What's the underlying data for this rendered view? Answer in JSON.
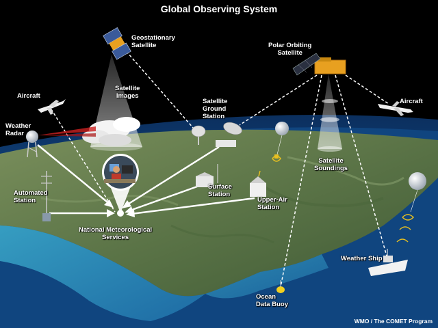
{
  "title": "Global Observing System",
  "credit": "WMO / The COMET Program",
  "labels": {
    "geostationary": [
      "Geostationary",
      "Satellite"
    ],
    "polar": [
      "Polar Orbiting",
      "Satellite"
    ],
    "satellite_images": [
      "Satellite",
      "Images"
    ],
    "aircraft_left": [
      "Aircraft"
    ],
    "aircraft_right": [
      "Aircraft"
    ],
    "weather_radar": [
      "Weather",
      "Radar"
    ],
    "ground_station": [
      "Satellite",
      "Ground",
      "Station"
    ],
    "satellite_soundings": [
      "Satellite",
      "Soundings"
    ],
    "automated_station": [
      "Automated",
      "Station"
    ],
    "surface_station": [
      "Surface",
      "Station"
    ],
    "upper_air_station": [
      "Upper-Air",
      "Station"
    ],
    "nms": [
      "National Meteorological",
      "Services"
    ],
    "weather_ship": [
      "Weather Ship"
    ],
    "ocean_buoy": [
      "Ocean",
      "Data Buoy"
    ]
  },
  "colors": {
    "background": "#000000",
    "ocean_deep": "#0d3a72",
    "ocean_shallow": "#3a9fc4",
    "land": "#5e7a4a",
    "land_light": "#8aa070",
    "data_link": "#ffffff",
    "satellite_body": "#e8a020",
    "radar_beam": "#cc2222"
  },
  "icons": [
    "geostationary-satellite-icon",
    "polar-satellite-icon",
    "aircraft-icon",
    "radar-dome-icon",
    "satellite-dish-icon",
    "weather-balloon-icon",
    "weather-station-mast-icon",
    "building-icon",
    "ship-icon",
    "buoy-icon",
    "cloud-icon",
    "meteorologist-photo-icon"
  ]
}
